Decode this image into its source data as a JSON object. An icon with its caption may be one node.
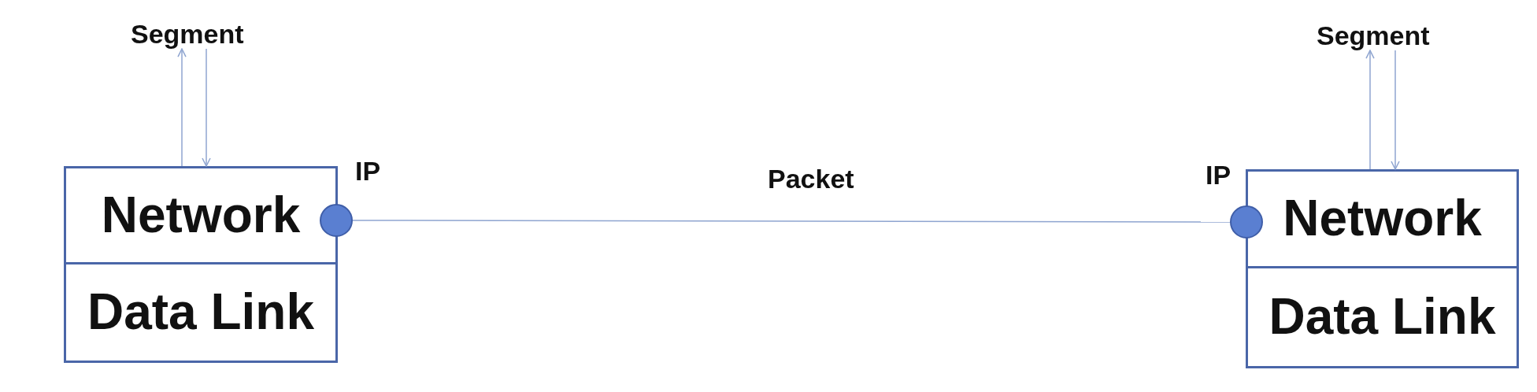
{
  "diagram": {
    "nodes": [
      {
        "text": [
          "Segment"
        ]
      },
      {
        "text": [
          "Network"
        ]
      },
      {
        "text": [
          "Data Link"
        ]
      },
      {
        "text": [],
        "shape": "circle",
        "beside": [
          "IP"
        ]
      },
      {
        "text": [],
        "shape": "circle",
        "beside": [
          "IP"
        ]
      },
      {
        "text": [
          "Segment"
        ]
      },
      {
        "text": [
          "Network"
        ]
      },
      {
        "text": [
          "Data Link"
        ]
      }
    ],
    "edges": [
      {
        "from": 1,
        "to": 0,
        "arrow": "to"
      },
      {
        "from": 0,
        "to": 1,
        "arrow": "to"
      },
      {
        "from": 3,
        "to": 4,
        "arrow": "none",
        "label": "Packet"
      },
      {
        "from": 6,
        "to": 5,
        "arrow": "to"
      },
      {
        "from": 5,
        "to": 6,
        "arrow": "to"
      }
    ]
  }
}
